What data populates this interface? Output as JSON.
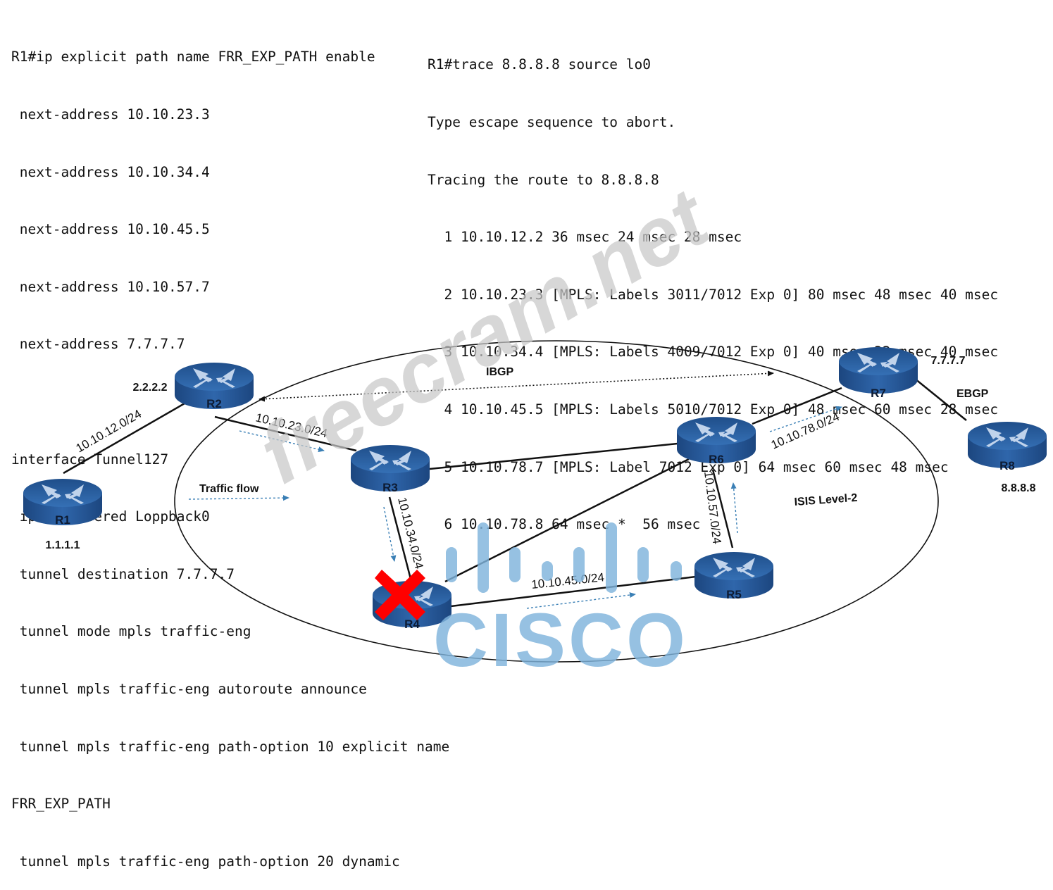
{
  "config": {
    "lines": [
      "R1#ip explicit path name FRR_EXP_PATH enable",
      " next-address 10.10.23.3",
      " next-address 10.10.34.4",
      " next-address 10.10.45.5",
      " next-address 10.10.57.7",
      " next-address 7.7.7.7",
      "",
      "interface Tunnel127",
      " ip unnumbered Loppback0",
      " tunnel destination 7.7.7.7",
      " tunnel mode mpls traffic-eng",
      " tunnel mpls traffic-eng autoroute announce",
      " tunnel mpls traffic-eng path-option 10 explicit name",
      "FRR_EXP_PATH",
      " tunnel mpls traffic-eng path-option 20 dynamic"
    ]
  },
  "trace": {
    "lines": [
      "R1#trace 8.8.8.8 source lo0",
      "Type escape sequence to abort.",
      "Tracing the route to 8.8.8.8",
      "  1 10.10.12.2 36 msec 24 msec 28 msec",
      "  2 10.10.23.3 [MPLS: Labels 3011/7012 Exp 0] 80 msec 48 msec 40 msec",
      "  3 10.10.34.4 [MPLS: Labels 4009/7012 Exp 0] 40 msec 32 msec 40 msec",
      "  4 10.10.45.5 [MPLS: Labels 5010/7012 Exp 0] 48 msec 60 msec 28 msec",
      "  5 10.10.78.7 [MPLS: Label 7012 Exp 0] 64 msec 60 msec 48 msec",
      "  6 10.10.78.8 64 msec *  56 msec"
    ]
  },
  "topology": {
    "routers": {
      "r1": {
        "name": "R1",
        "address": "1.1.1.1"
      },
      "r2": {
        "name": "R2",
        "address": "2.2.2.2"
      },
      "r3": {
        "name": "R3"
      },
      "r4": {
        "name": "R4",
        "status": "failed"
      },
      "r5": {
        "name": "R5"
      },
      "r6": {
        "name": "R6"
      },
      "r7": {
        "name": "R7",
        "address": "7.7.7.7"
      },
      "r8": {
        "name": "R8",
        "address": "8.8.8.8"
      }
    },
    "links": {
      "r1_r2": "10.10.12.0/24",
      "r2_r3": "10.10.23.0/24",
      "r3_r4": "10.10.34.0/24",
      "r4_r5": "10.10.45.0/24",
      "r5_r6": "10.10.57.0/24",
      "r6_r7": "10.10.78.0/24"
    },
    "labels": {
      "ibgp": "IBGP",
      "ebgp": "EBGP",
      "isis_domain": "ISIS Level-2",
      "traffic_flow": "Traffic flow"
    }
  },
  "watermarks": {
    "site": "freecram.net",
    "vendor": "CISCO"
  },
  "colors": {
    "router_top": "#2c5f9e",
    "router_side": "#1d4a85",
    "flow_arrow": "#3a7fb5",
    "fail_mark": "#ff0000",
    "watermark_gray": "#c8c8c8",
    "watermark_blue": "#7fb3dc"
  }
}
